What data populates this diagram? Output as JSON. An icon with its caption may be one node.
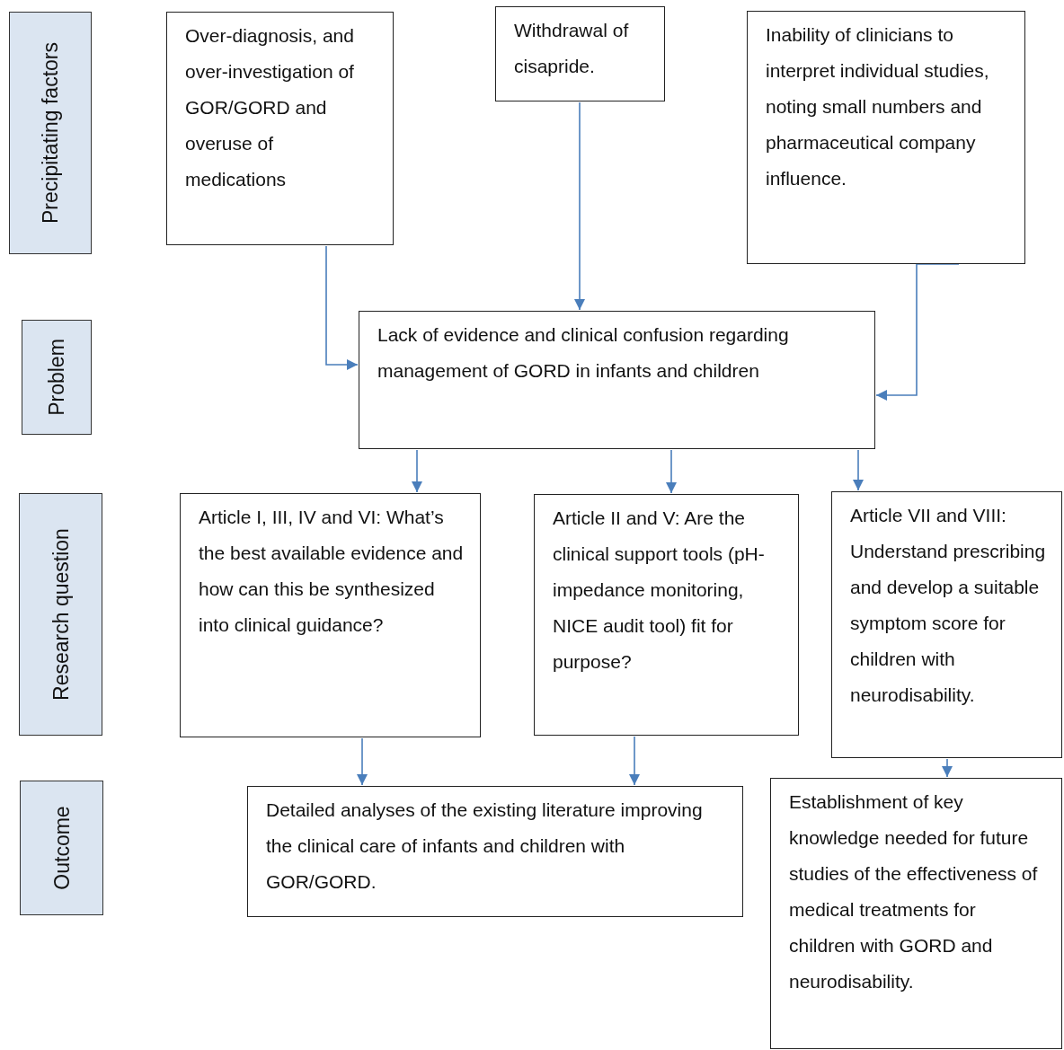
{
  "diagram": {
    "nodes": [
      {
        "text": [
          "Precipitating factors"
        ]
      },
      {
        "text": [
          "Problem"
        ]
      },
      {
        "text": [
          "Research question"
        ]
      },
      {
        "text": [
          "Outcome"
        ]
      },
      {
        "text": [
          "Over-diagnosis, and over-investigation of GOR/GORD and overuse of medications"
        ]
      },
      {
        "text": [
          "Withdrawal of cisapride."
        ]
      },
      {
        "text": [
          "Inability of clinicians to interpret individual studies, noting small numbers and pharmaceutical company  influence."
        ]
      },
      {
        "text": [
          "Lack of evidence and clinical confusion regarding management of GORD in infants and children"
        ]
      },
      {
        "text": [
          "Article I, III, IV and VI: What’s the best available evidence and how can this be synthesized into clinical guidance?"
        ]
      },
      {
        "text": [
          "Article II and V: Are the clinical support tools (pH-impedance monitoring, NICE audit tool) fit for purpose?"
        ]
      },
      {
        "text": [
          "Article VII and VIII: Understand prescribing and develop a suitable symptom score for children with neurodisability."
        ]
      },
      {
        "text": [
          "Detailed analyses of the existing literature improving the clinical care of infants and children with GOR/GORD."
        ]
      },
      {
        "text": [
          "Establishment of key knowledge needed for future studies of the effectiveness of medical treatments for children with GORD and neurodisability."
        ]
      }
    ],
    "edges": [
      {
        "from": 4,
        "to": 7,
        "arrow": "to"
      },
      {
        "from": 5,
        "to": 7,
        "arrow": "to"
      },
      {
        "from": 6,
        "to": 7,
        "arrow": "to"
      },
      {
        "from": 7,
        "to": 8,
        "arrow": "to"
      },
      {
        "from": 7,
        "to": 9,
        "arrow": "to"
      },
      {
        "from": 7,
        "to": 10,
        "arrow": "to"
      },
      {
        "from": 8,
        "to": 11,
        "arrow": "to"
      },
      {
        "from": 9,
        "to": 11,
        "arrow": "to"
      },
      {
        "from": 10,
        "to": 12,
        "arrow": "to"
      }
    ]
  }
}
